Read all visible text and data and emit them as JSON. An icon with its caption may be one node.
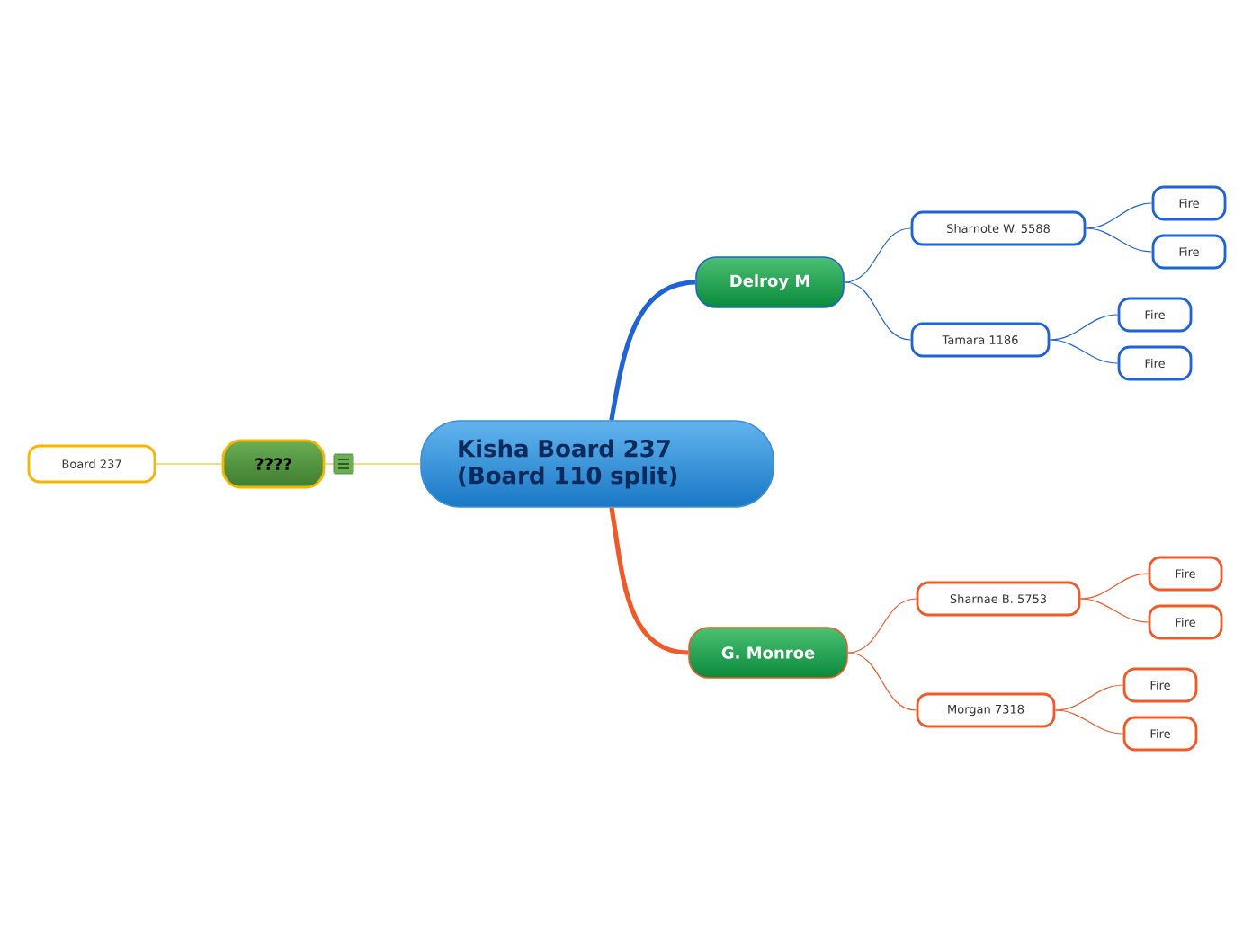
{
  "diagram": {
    "nodes": [
      {
        "text": [
          "Kisha Board 237 (Board 110 split)"
        ]
      },
      {
        "text": [
          "Delroy M"
        ]
      },
      {
        "text": [
          "Sharnote W. 5588"
        ]
      },
      {
        "text": [
          "Fire"
        ]
      },
      {
        "text": [
          "Fire"
        ]
      },
      {
        "text": [
          "Tamara 1186"
        ]
      },
      {
        "text": [
          "Fire"
        ]
      },
      {
        "text": [
          "Fire"
        ]
      },
      {
        "text": [
          "G. Monroe"
        ]
      },
      {
        "text": [
          "Sharnae B. 5753"
        ]
      },
      {
        "text": [
          "Fire"
        ]
      },
      {
        "text": [
          "Fire"
        ]
      },
      {
        "text": [
          "Morgan 7318"
        ]
      },
      {
        "text": [
          "Fire"
        ]
      },
      {
        "text": [
          "Fire"
        ]
      },
      {
        "text": [
          "????"
        ]
      },
      {
        "text": [
          "Board 237"
        ]
      }
    ],
    "edges": [
      {
        "from": 0,
        "to": 1,
        "arrow": "none",
        "style": "thick",
        "color": "#1f63d6"
      },
      {
        "from": 1,
        "to": 2,
        "arrow": "none",
        "color": "#1f63d6"
      },
      {
        "from": 2,
        "to": 3,
        "arrow": "none",
        "color": "#1f63d6"
      },
      {
        "from": 2,
        "to": 4,
        "arrow": "none",
        "color": "#1f63d6"
      },
      {
        "from": 1,
        "to": 5,
        "arrow": "none",
        "color": "#1f63d6"
      },
      {
        "from": 5,
        "to": 6,
        "arrow": "none",
        "color": "#1f63d6"
      },
      {
        "from": 5,
        "to": 7,
        "arrow": "none",
        "color": "#1f63d6"
      },
      {
        "from": 0,
        "to": 8,
        "arrow": "none",
        "style": "thick",
        "color": "#f05a28"
      },
      {
        "from": 8,
        "to": 9,
        "arrow": "none",
        "color": "#f05a28"
      },
      {
        "from": 9,
        "to": 10,
        "arrow": "none",
        "color": "#f05a28"
      },
      {
        "from": 9,
        "to": 11,
        "arrow": "none",
        "color": "#f05a28"
      },
      {
        "from": 8,
        "to": 12,
        "arrow": "none",
        "color": "#f05a28"
      },
      {
        "from": 12,
        "to": 13,
        "arrow": "none",
        "color": "#f05a28"
      },
      {
        "from": 12,
        "to": 14,
        "arrow": "none",
        "color": "#f05a28"
      },
      {
        "from": 0,
        "to": 15,
        "arrow": "none",
        "color": "#f7b500"
      },
      {
        "from": 15,
        "to": 16,
        "arrow": "none",
        "color": "#f7b500"
      }
    ]
  }
}
